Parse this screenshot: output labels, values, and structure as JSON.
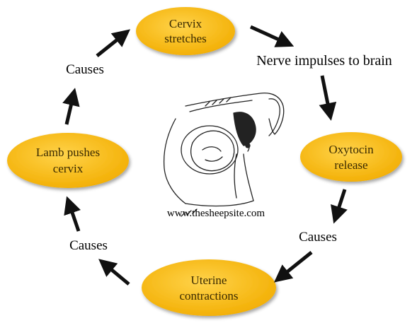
{
  "colors": {
    "node_fill": "#f5b400",
    "node_fill_light": "#ffd34a",
    "node_text": "#3a2a00",
    "arrow": "#111111",
    "illustration_ink": "#222222"
  },
  "nodes": {
    "cervix_stretches": {
      "line1": "Cervix",
      "line2": "stretches"
    },
    "oxytocin_release": {
      "line1": "Oxytocin",
      "line2": "release"
    },
    "uterine_contractions": {
      "line1": "Uterine",
      "line2": "contractions"
    },
    "lamb_pushes_cervix": {
      "line1": "Lamb pushes",
      "line2": "cervix"
    }
  },
  "labels": {
    "nerve_impulses": "Nerve impulses to brain",
    "causes_top_left": "Causes",
    "causes_right": "Causes",
    "causes_bottom_left": "Causes"
  },
  "illustration": {
    "icon": "sheep-birth-sketch",
    "caption": "www.thesheepsite.com"
  }
}
